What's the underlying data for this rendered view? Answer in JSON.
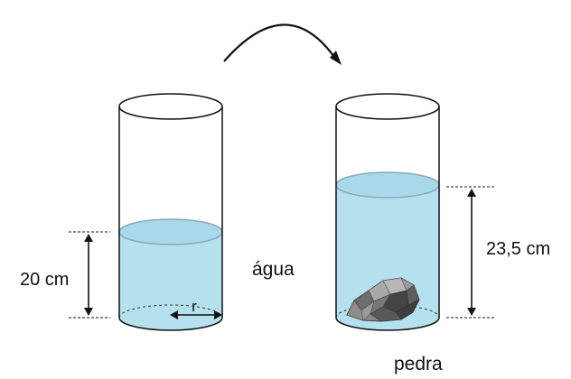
{
  "labels": {
    "left_height": "20 cm",
    "right_height": "23,5 cm",
    "radius": "r",
    "water": "água",
    "stone": "pedra"
  },
  "colors": {
    "water_fill": "#b5e0ee",
    "water_surface": "#a8d8ea",
    "stone_dark": "#4a4a4a",
    "stone_mid": "#7a7a7a",
    "stone_light": "#a6a6a6",
    "outline": "#111111"
  }
}
